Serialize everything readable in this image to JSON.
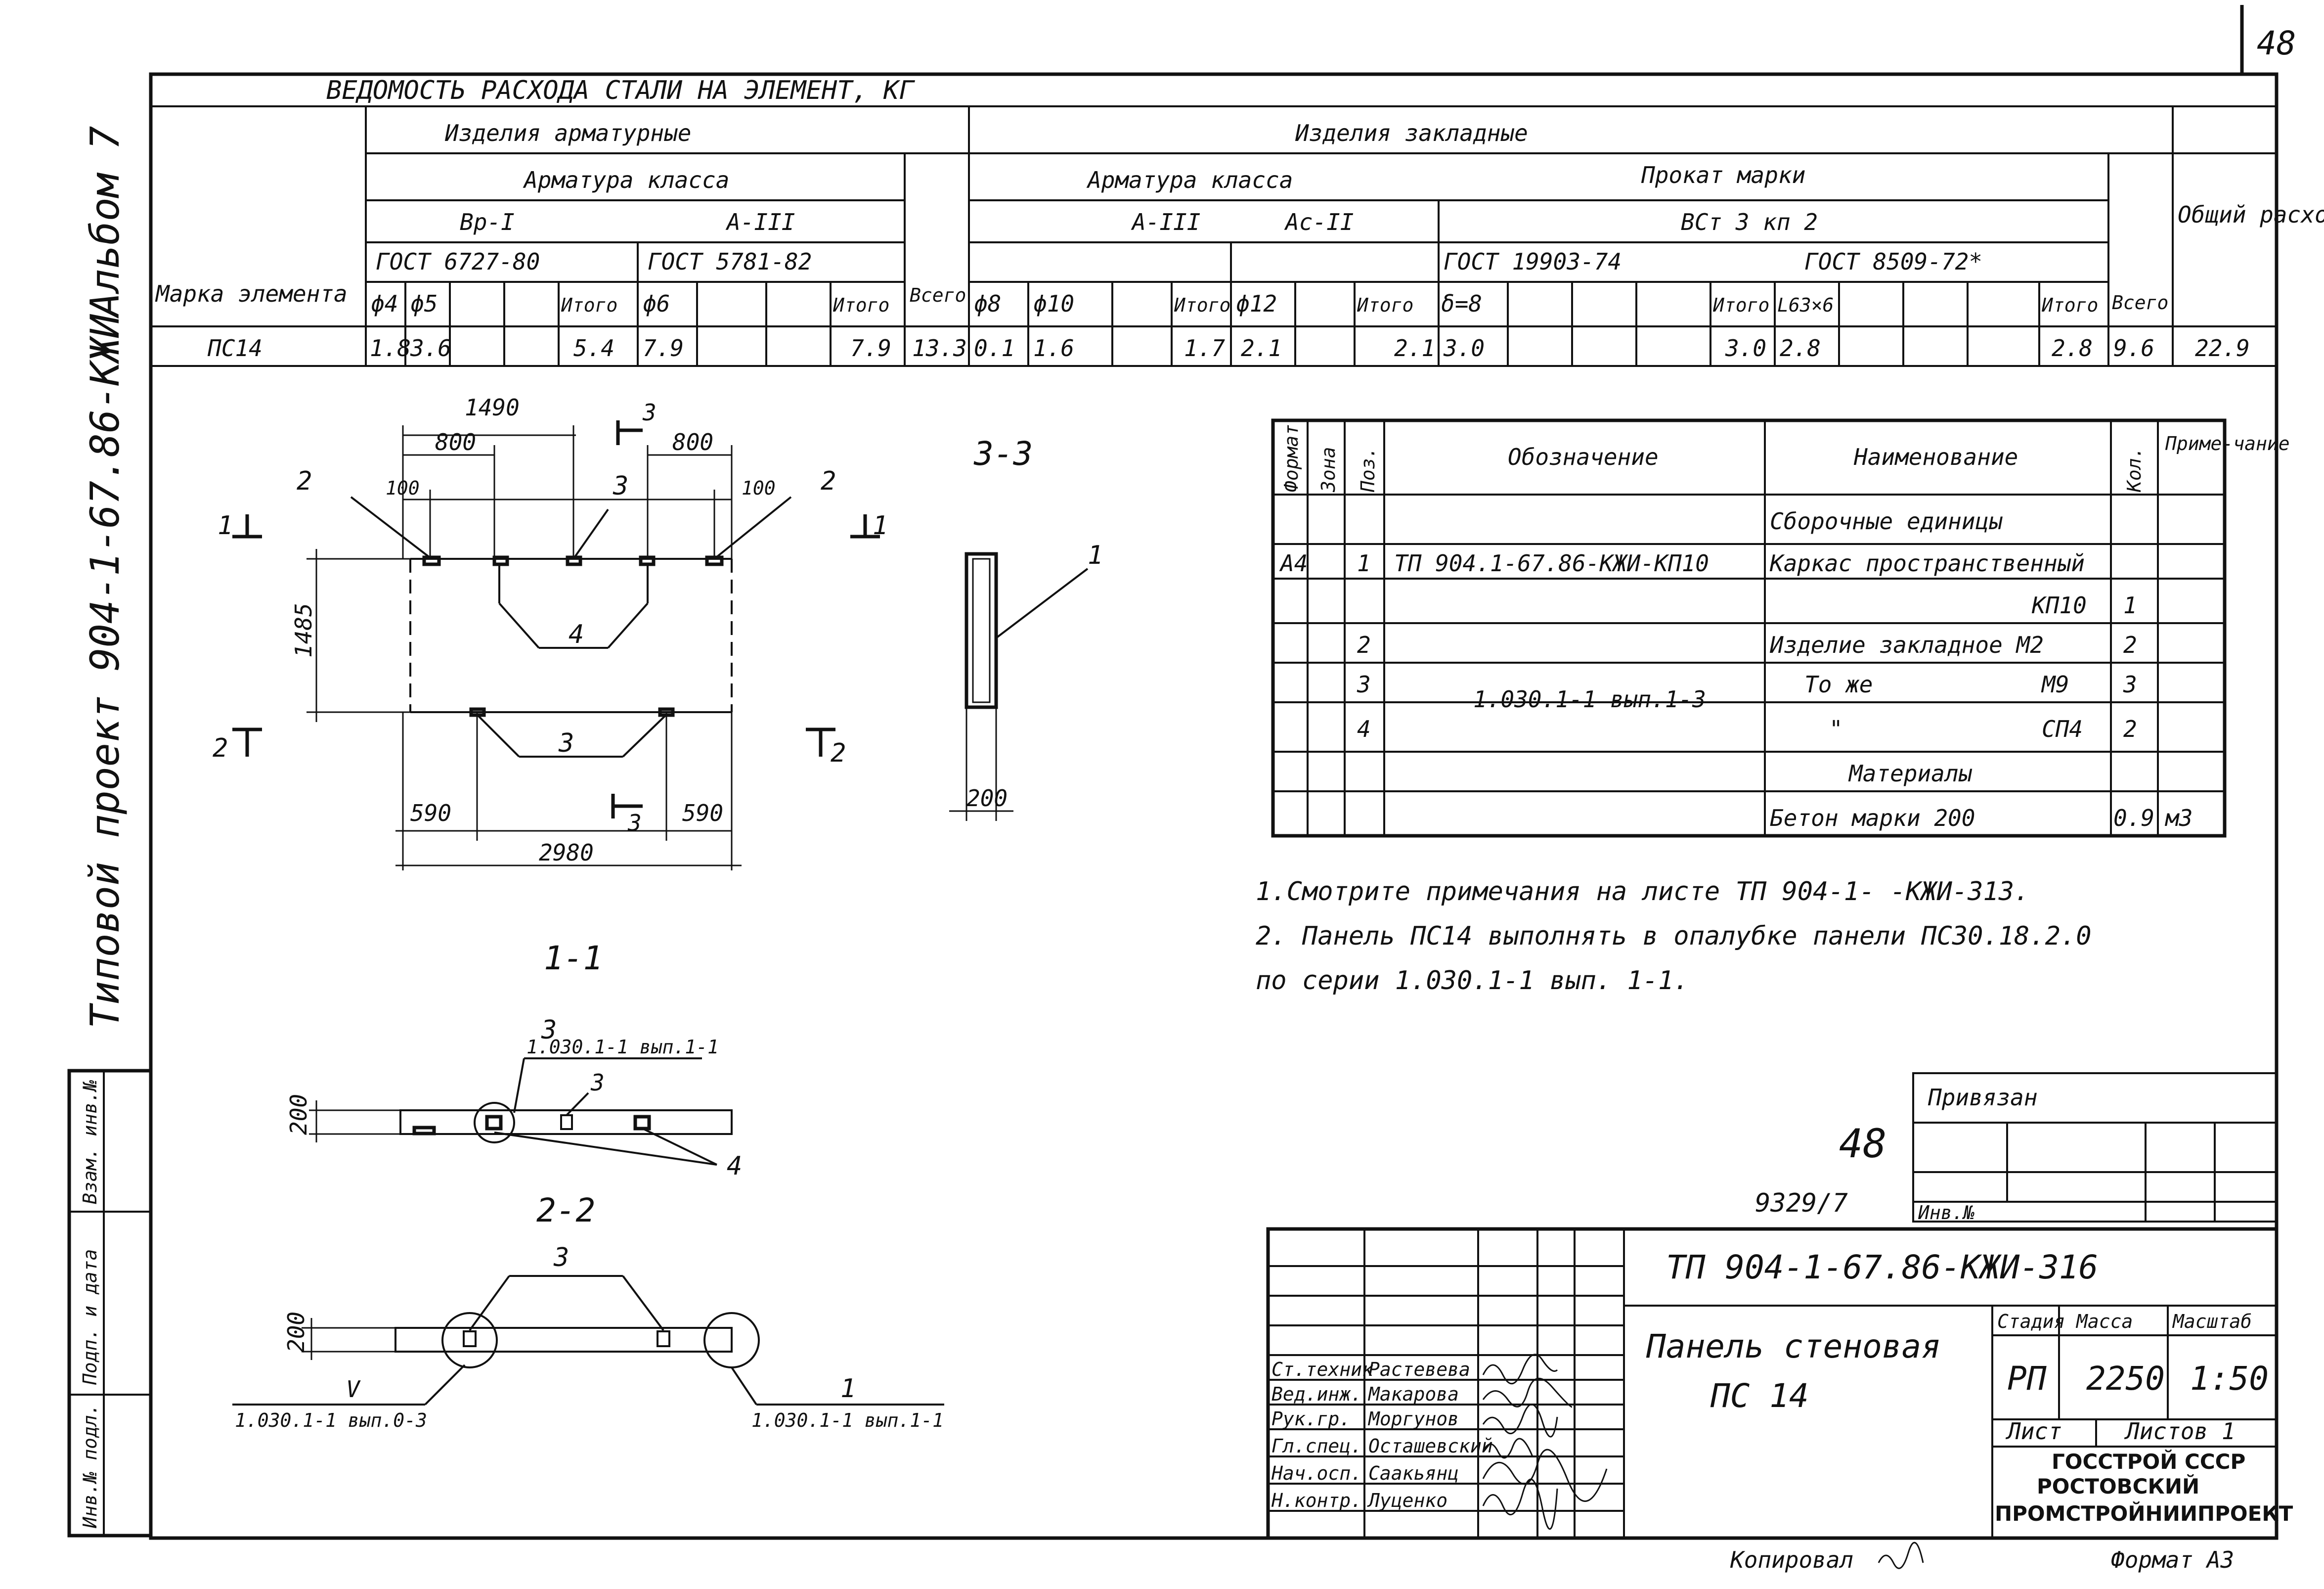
{
  "page_number": "48",
  "side_title": {
    "album": "Альбом 7",
    "project": "Типовой проект 904-1-67.86-КЖИ",
    "stamp_col1": "Инв.№ подл.",
    "stamp_col2": "Подп. и дата",
    "stamp_col3": "Взам. инв.№"
  },
  "steel_table": {
    "title": "ВЕДОМОСТЬ РАСХОДА СТАЛИ НА ЭЛЕМЕНТ, КГ",
    "col_mark": "Марка элемента",
    "arm_products": "Изделия арматурные",
    "emb_products": "Изделия закладные",
    "arm_class": "Арматура класса",
    "arm_class2": "Арматура класса",
    "rolled": "Прокат марки",
    "total_all_head": "Общий расход",
    "vsego": "Всего",
    "vsego2": "Всего",
    "itogo": "Итого",
    "grade_vr1": "Вр-I",
    "grade_a3": "А-III",
    "grade_a3b": "А-III",
    "grade_ac2": "Ас-II",
    "grade_vst": "ВСт 3 кп 2",
    "gost1": "ГОСТ 6727-80",
    "gost2": "ГОСТ 5781-82",
    "gost3": "ГОСТ 19903-74",
    "gost4": "ГОСТ 8509-72*",
    "h_d4": "ϕ4",
    "h_d5": "ϕ5",
    "h_d6": "ϕ6",
    "h_d8": "ϕ8",
    "h_d10": "ϕ10",
    "h_d12": "ϕ12",
    "h_d8s": "δ=8",
    "h_l63": "L63×6",
    "row_mark": "ПС14",
    "v_d4": "1.8",
    "v_d5": "3.6",
    "v_it1": "5.4",
    "v_d6": "7.9",
    "v_it2": "7.9",
    "v_vs1": "13.3",
    "v_d8": "0.1",
    "v_d10": "1.6",
    "v_it3": "1.7",
    "v_d12": "2.1",
    "v_it4": "2.1",
    "v_s8": "3.0",
    "v_it5": "3.0",
    "v_l63": "2.8",
    "v_it6": "2.8",
    "v_vs2": "9.6",
    "v_total": "22.9"
  },
  "drawing": {
    "d1490": "1490",
    "d800a": "800",
    "d800b": "800",
    "d100a": "100",
    "d100b": "100",
    "d1485": "1485",
    "d590a": "590",
    "d590b": "590",
    "d2980": "2980",
    "d200a": "200",
    "d200b": "200",
    "d200c": "200",
    "c1": "1",
    "c2": "2",
    "c3": "3",
    "c4": "4",
    "c3b": "3",
    "s11": "1",
    "s11b": "1",
    "s22": "2",
    "s22b": "2",
    "s33": "3",
    "s33b": "3",
    "sec11": "1-1",
    "sec22": "2-2",
    "sec33": "3-3",
    "ref1": "1.030.1-1 вып.1-1",
    "ref2": "1.030.1-1 вып.0-3",
    "ref3": "1.030.1-1 вып.1-1",
    "roman5": "V",
    "c3s": "3",
    "c3t": "3",
    "c4s": "4",
    "c3u": "3",
    "c1s": "1",
    "c1t": "1"
  },
  "spec_table": {
    "h_format": "Формат",
    "h_zone": "Зона",
    "h_pos": "Поз.",
    "h_desig": "Обозначение",
    "h_name": "Наименование",
    "h_qty": "Кол.",
    "h_note": "Приме-чание",
    "s1": "Сборочные единицы",
    "r1_fmt": "А4",
    "r1_pos": "1",
    "r1_des": "ТП 904.1-67.86-КЖИ-КП10",
    "r1_name": "Каркас пространственный",
    "r1_name2": "КП10",
    "r1_qty": "1",
    "r2_pos": "2",
    "r2_name": "Изделие закладное М2",
    "r2_qty": "2",
    "r3_pos": "3",
    "r3_des": "1.030.1-1 вып.1-3",
    "r3_name": "То же",
    "r3_name2": "М9",
    "r3_qty": "3",
    "r4_pos": "4",
    "r4_name": "\"",
    "r4_name2": "СП4",
    "r4_qty": "2",
    "s2": "Материалы",
    "r5_name": "Бетон марки 200",
    "r5_qty": "0.9",
    "r5_note": "м3"
  },
  "notes": {
    "n1": "1.Смотрите примечания на листе ТП 904-1-    -КЖИ-313.",
    "n2": "2. Панель ПС14 выполнять в опалубке панели ПС30.18.2.0",
    "n3": "по серии 1.030.1-1 вып. 1-1."
  },
  "binding": {
    "privyazan": "Привязан",
    "inv_no": "Инв.№",
    "num48": "48",
    "num9329": "9329/7"
  },
  "title_block": {
    "code": "ТП 904-1-67.86-КЖИ-316",
    "name1": "Панель стеновая",
    "name2": "ПС 14",
    "stage_h": "Стадия",
    "mass_h": "Масса",
    "scale_h": "Масштаб",
    "stage": "РП",
    "mass": "2250",
    "scale": "1:50",
    "sheet_h": "Лист",
    "sheets_h": "Листов 1",
    "org1": "ГОССТРОЙ СССР",
    "org2": "РОСТОВСКИЙ",
    "org3": "ПРОМСТРОЙНИИПРОЕКТ",
    "p1_role": "Ст.техник",
    "p1_name": "Растевева",
    "p2_role": "Вед.инж.",
    "p2_name": "Макарова",
    "p3_role": "Рук.гр.",
    "p3_name": "Моргунов",
    "p4_role": "Гл.спец.",
    "p4_name": "Осташевский",
    "p5_role": "Нач.осп.",
    "p5_name": "Саакьянц",
    "p6_role": "Н.контр.",
    "p6_name": "Луценко",
    "copied": "Копировал",
    "format": "Формат А3"
  }
}
